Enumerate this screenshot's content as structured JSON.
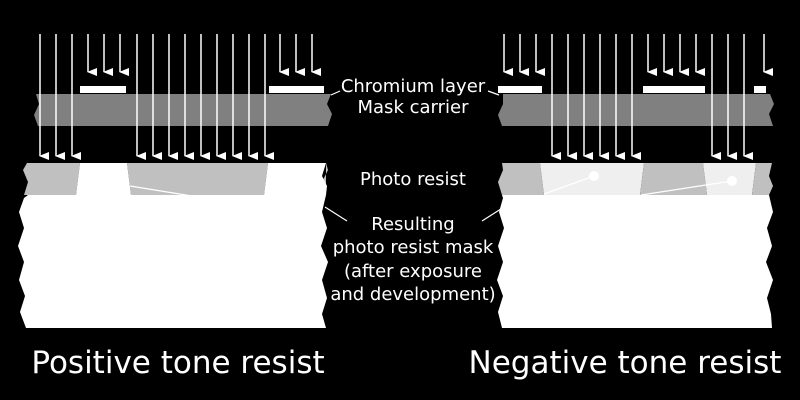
{
  "labels": {
    "chromium": "Chromium layer",
    "carrier": "Mask carrier",
    "resist": "Photo resist",
    "result_line1": "Resulting",
    "result_line2": "photo resist mask",
    "result_line3": "(after exposure",
    "result_line4": "and development)"
  },
  "titles": {
    "positive": "Positive tone resist",
    "negative": "Negative tone resist"
  },
  "colors": {
    "background": "#000000",
    "carrier": "#808080",
    "chromium": "#ffffff",
    "resist": "#c0c0c0",
    "exposed_resist": "#efefef",
    "substrate": "#ffffff",
    "light_rays": "#ffffff"
  }
}
